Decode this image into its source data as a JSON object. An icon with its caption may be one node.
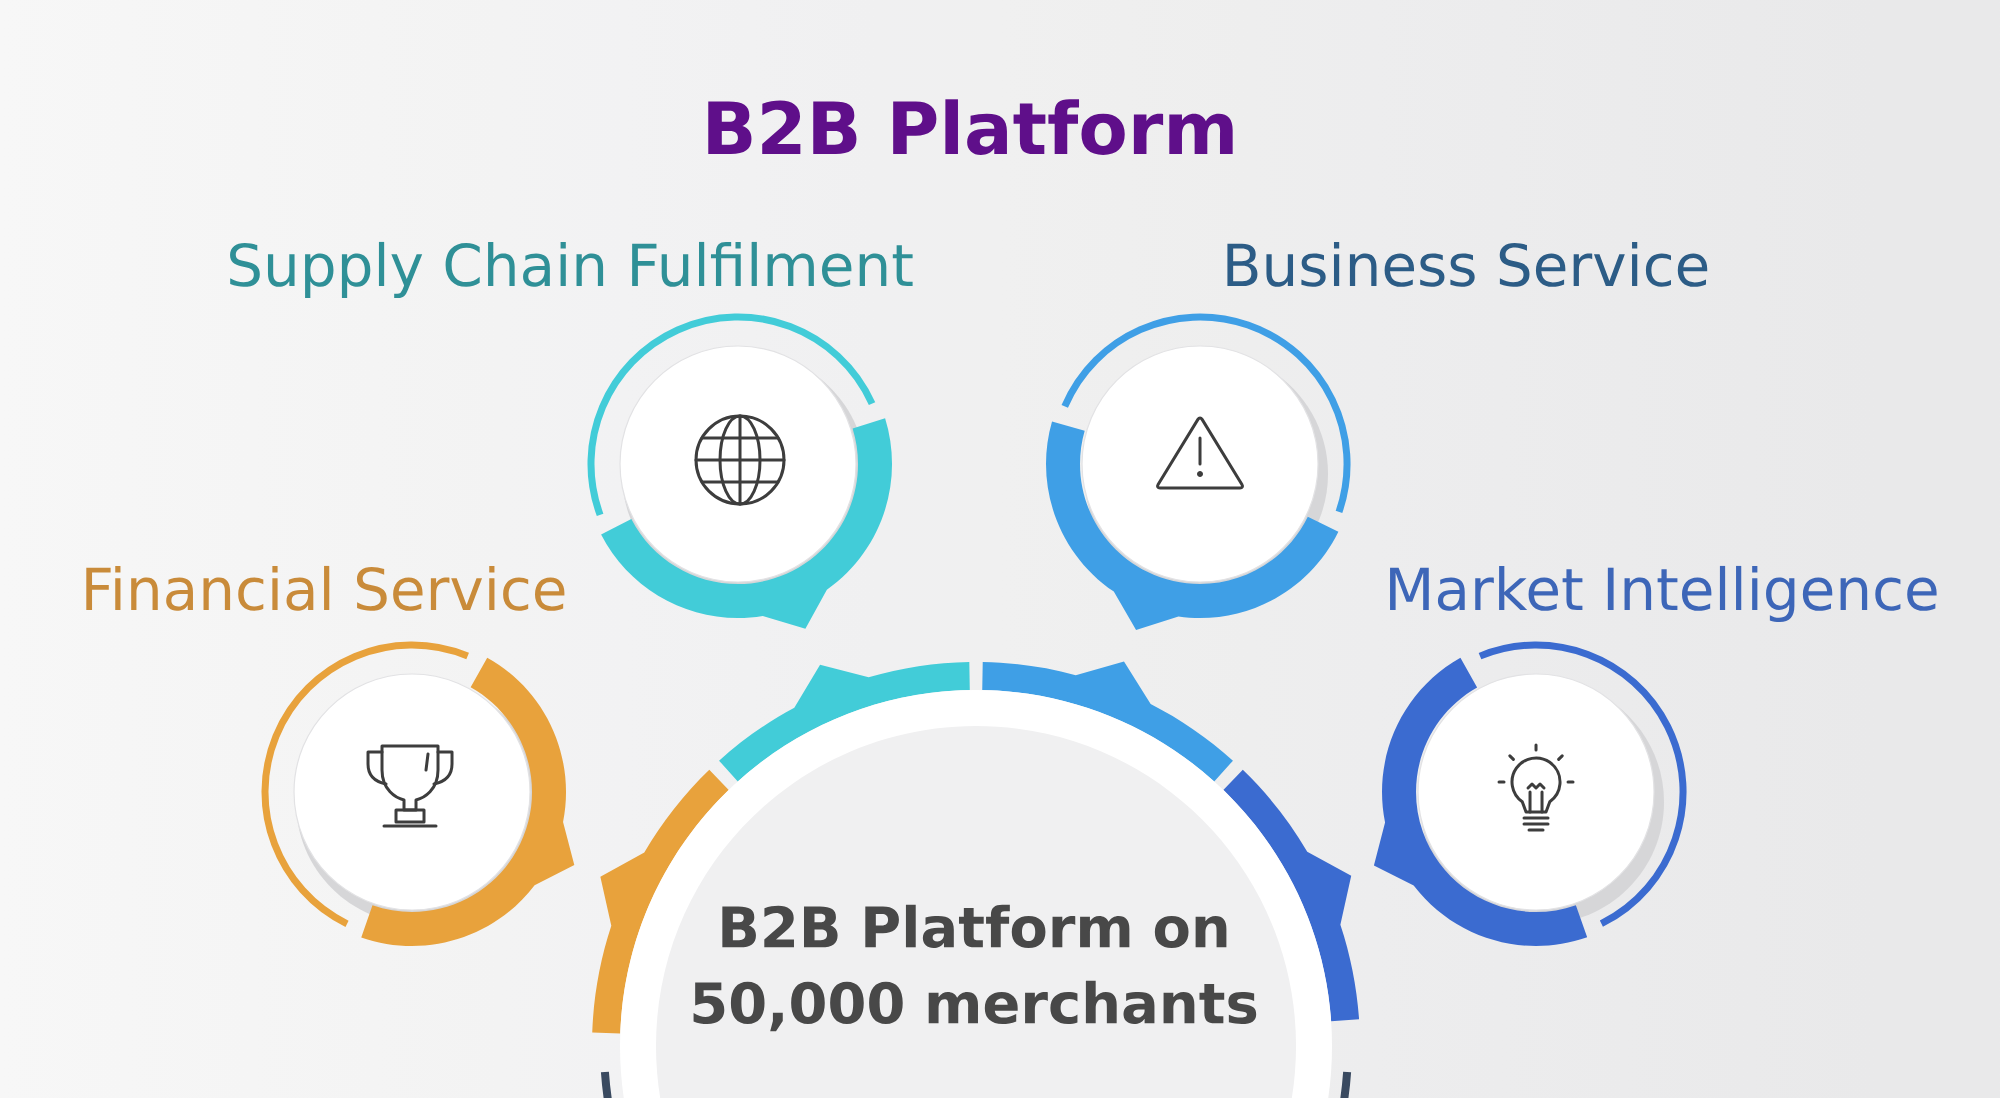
{
  "diagram": {
    "title": "B2B Platform",
    "nodes": [
      {
        "text": [
          "Supply Chain Fulfilment"
        ]
      },
      {
        "text": [
          "Business Service"
        ]
      },
      {
        "text": [
          "Financial Service"
        ]
      },
      {
        "text": [
          "Market Intelligence"
        ]
      },
      {
        "text": [
          "B2B Platform on 50,000 merchants"
        ]
      }
    ]
  }
}
